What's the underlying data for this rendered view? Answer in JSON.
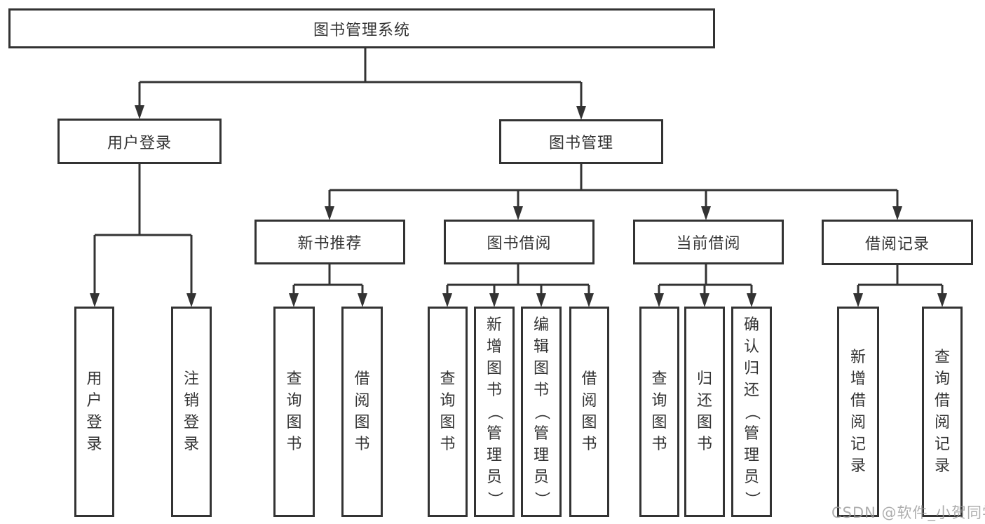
{
  "page": {
    "background_color": "#ffffff",
    "line_color": "#333333",
    "text_color": "#333333"
  },
  "diagram": {
    "root": {
      "label": "图书管理系统"
    },
    "branches": [
      {
        "label": "用户登录",
        "children": [
          {
            "label": "用户登录"
          },
          {
            "label": "注销登录"
          }
        ]
      },
      {
        "label": "图书管理",
        "children": [
          {
            "label": "新书推荐",
            "children": [
              {
                "label": "查询图书"
              },
              {
                "label": "借阅图书"
              }
            ]
          },
          {
            "label": "图书借阅",
            "children": [
              {
                "label": "查询图书"
              },
              {
                "label": "新增图书（管理员）"
              },
              {
                "label": "编辑图书（管理员）"
              },
              {
                "label": "借阅图书"
              }
            ]
          },
          {
            "label": "当前借阅",
            "children": [
              {
                "label": "查询图书"
              },
              {
                "label": "归还图书"
              },
              {
                "label": "确认归还（管理员）"
              }
            ]
          },
          {
            "label": "借阅记录",
            "children": [
              {
                "label": "新增借阅记录"
              },
              {
                "label": "查询借阅记录"
              }
            ]
          }
        ]
      }
    ]
  },
  "watermark": {
    "text": "CSDN @软件_小贺同学",
    "color": "#999999"
  }
}
